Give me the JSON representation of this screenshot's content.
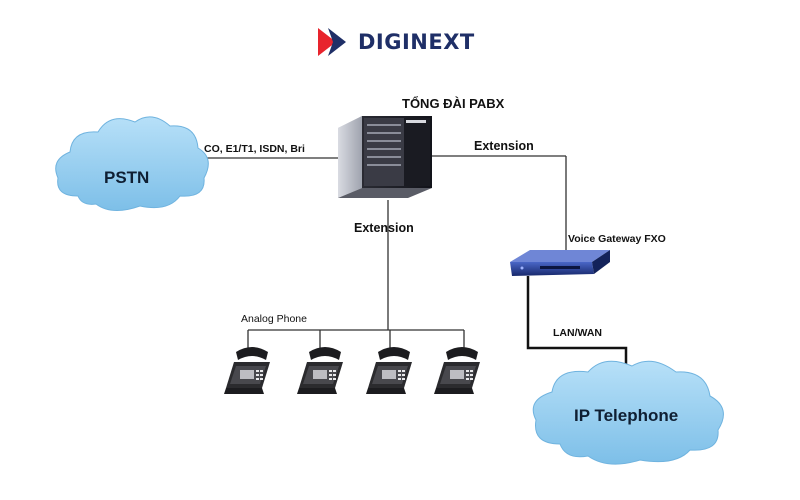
{
  "brand": {
    "name": "DIGINEXT",
    "colors": {
      "red": "#e8242d",
      "navy": "#1f2f67"
    },
    "logo_icon": "diginext-logo-icon"
  },
  "diagram": {
    "pabx_title": "TỔNG ĐÀI PABX",
    "trunk_label": "CO, E1/T1, ISDN, Bri",
    "extension_right": "Extension",
    "extension_down": "Extension",
    "gateway_label": "Voice Gateway FXO",
    "lan_label": "LAN/WAN",
    "analog_label": "Analog Phone",
    "pstn_label": "PSTN",
    "ip_label": "IP Telephone",
    "colors": {
      "cloud": "#8fcaf0",
      "line": "#333333",
      "gateway": "#1f3b8c"
    },
    "icons": {
      "pabx": "pabx-cabinet-icon",
      "gateway": "voice-gateway-icon",
      "phone": "desk-phone-icon",
      "cloud": "cloud-icon"
    }
  }
}
